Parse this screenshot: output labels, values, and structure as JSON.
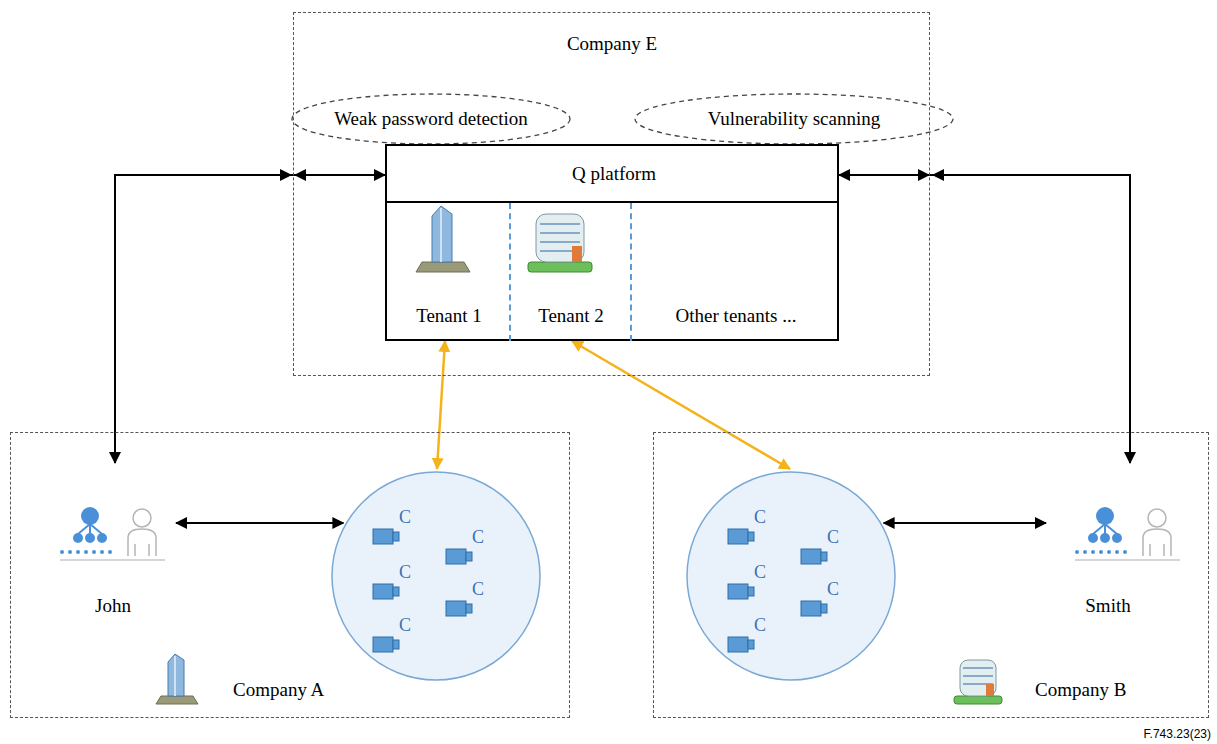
{
  "diagram": {
    "nodes": [
      {
        "text": [
          "Company E"
        ]
      },
      {
        "text": [
          "Weak password detection"
        ],
        "in": 0
      },
      {
        "text": [
          "Vulnerability scanning"
        ],
        "in": 0
      },
      {
        "text": [
          "Q platform"
        ],
        "in": 0
      },
      {
        "text": [
          "Tenant 1"
        ],
        "in": 3
      },
      {
        "text": [
          "Tenant 2"
        ],
        "in": 3
      },
      {
        "text": [
          "Other tenants ..."
        ],
        "in": 3
      },
      {
        "text": [
          "Company A"
        ]
      },
      {
        "text": [
          "John"
        ],
        "in": 7
      },
      {
        "text": [
          "C",
          "C",
          "C",
          "C",
          "C"
        ],
        "in": 7
      },
      {
        "text": [
          "Company B"
        ]
      },
      {
        "text": [
          "C",
          "C",
          "C",
          "C",
          "C"
        ],
        "in": 10
      },
      {
        "text": [
          "Smith"
        ],
        "in": 10
      }
    ],
    "edges": [
      {
        "from": 8,
        "to": 3,
        "arrow": "both"
      },
      {
        "from": 12,
        "to": 3,
        "arrow": "both"
      },
      {
        "from": 8,
        "to": 9,
        "arrow": "both"
      },
      {
        "from": 12,
        "to": 11,
        "arrow": "both"
      },
      {
        "from": 4,
        "to": 9,
        "arrow": "both"
      },
      {
        "from": 5,
        "to": 11,
        "arrow": "both"
      }
    ],
    "labels": [
      "F.743.23(23)"
    ]
  }
}
